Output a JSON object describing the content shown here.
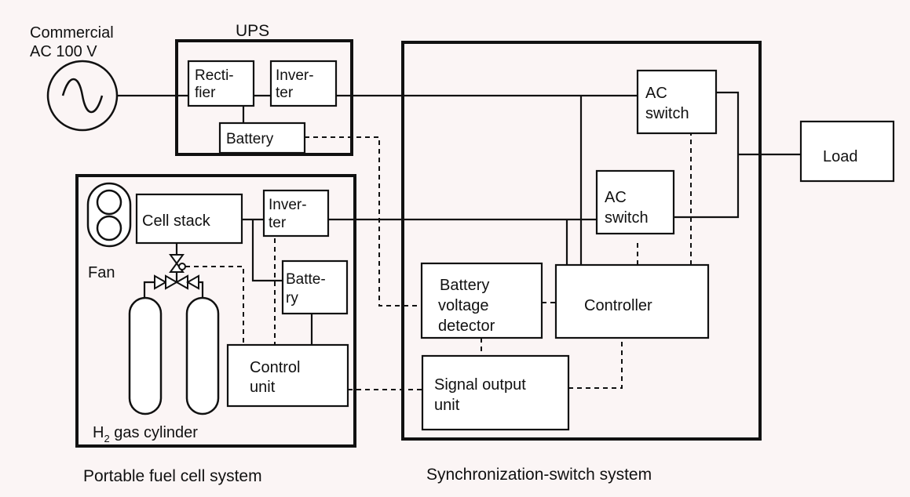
{
  "source": {
    "label_line1": "Commercial",
    "label_line2": "AC 100 V"
  },
  "ups": {
    "title": "UPS",
    "rectifier": [
      "Recti-",
      "fier"
    ],
    "inverter": [
      "Inver-",
      "ter"
    ],
    "battery": "Battery"
  },
  "fuel_cell": {
    "caption": "Portable fuel cell system",
    "fan_label": "Fan",
    "cell_stack": "Cell stack",
    "inverter": [
      "Inver-",
      "ter"
    ],
    "battery": [
      "Batte-",
      "ry"
    ],
    "control_unit": [
      "Control",
      "unit"
    ],
    "cylinder_label_prefix": "H",
    "cylinder_label_sub": "2",
    "cylinder_label_suffix": " gas cylinder"
  },
  "sync": {
    "caption": "Synchronization-switch system",
    "ac_switch_1": [
      "AC",
      "switch"
    ],
    "ac_switch_2": [
      "AC",
      "switch"
    ],
    "battery_voltage_detector": [
      "Battery",
      "voltage",
      "detector"
    ],
    "controller": "Controller",
    "signal_output_unit": [
      "Signal output",
      "unit"
    ]
  },
  "load": "Load"
}
